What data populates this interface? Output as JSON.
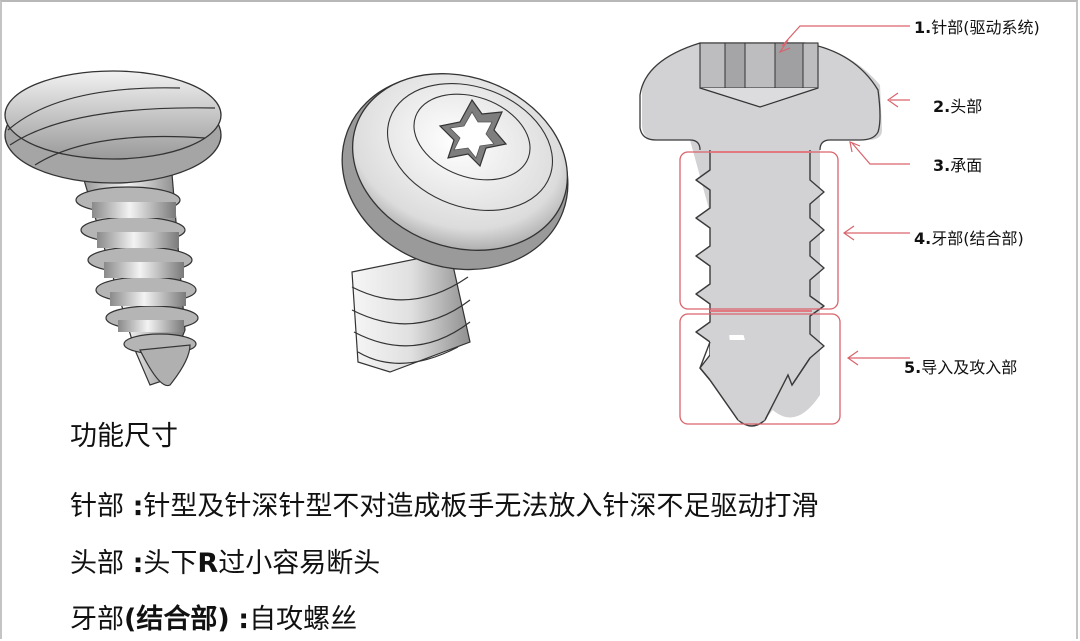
{
  "diagram": {
    "subject": "self-tapping pan head screw (Torx drive)",
    "figures": [
      {
        "name": "screw-3d-side-view"
      },
      {
        "name": "screw-3d-torx-head-view"
      },
      {
        "name": "screw-cross-section-diagram"
      }
    ],
    "callouts": [
      {
        "number": "1.",
        "label": "针部(驱动系统)"
      },
      {
        "number": "2.",
        "label": "头部"
      },
      {
        "number": "3.",
        "label": "承面"
      },
      {
        "number": "4.",
        "label": "牙部(结合部)"
      },
      {
        "number": "5.",
        "label": "导入及攻入部"
      }
    ],
    "colors": {
      "screw_fill": "#d2d2d4",
      "outline": "#3a3a3a",
      "callout_red": "#d9636b",
      "text": "#111111"
    }
  },
  "section": {
    "title": "功能尺寸",
    "lines": [
      {
        "term": "针部",
        "colon": ":",
        "pre": "针型及针深针型不对造成板手无法放入针深不足驱动打滑",
        "bold": "",
        "post": ""
      },
      {
        "term": "头部",
        "colon": ":",
        "pre": "头下",
        "bold": "R",
        "post": "过小容易断头"
      },
      {
        "term": "牙部",
        "term_bold": "(结合部)",
        "colon": ":",
        "pre": "自攻螺丝",
        "bold": "",
        "post": ""
      }
    ]
  }
}
